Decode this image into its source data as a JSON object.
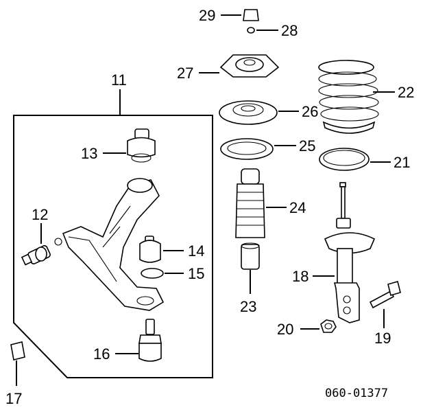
{
  "callouts": {
    "c11": "11",
    "c12": "12",
    "c13": "13",
    "c14": "14",
    "c15": "15",
    "c16": "16",
    "c17": "17",
    "c18": "18",
    "c19": "19",
    "c20": "20",
    "c21": "21",
    "c22": "22",
    "c23": "23",
    "c24": "24",
    "c25": "25",
    "c26": "26",
    "c27": "27",
    "c28": "28",
    "c29": "29"
  },
  "drawing_code": "060-01377"
}
